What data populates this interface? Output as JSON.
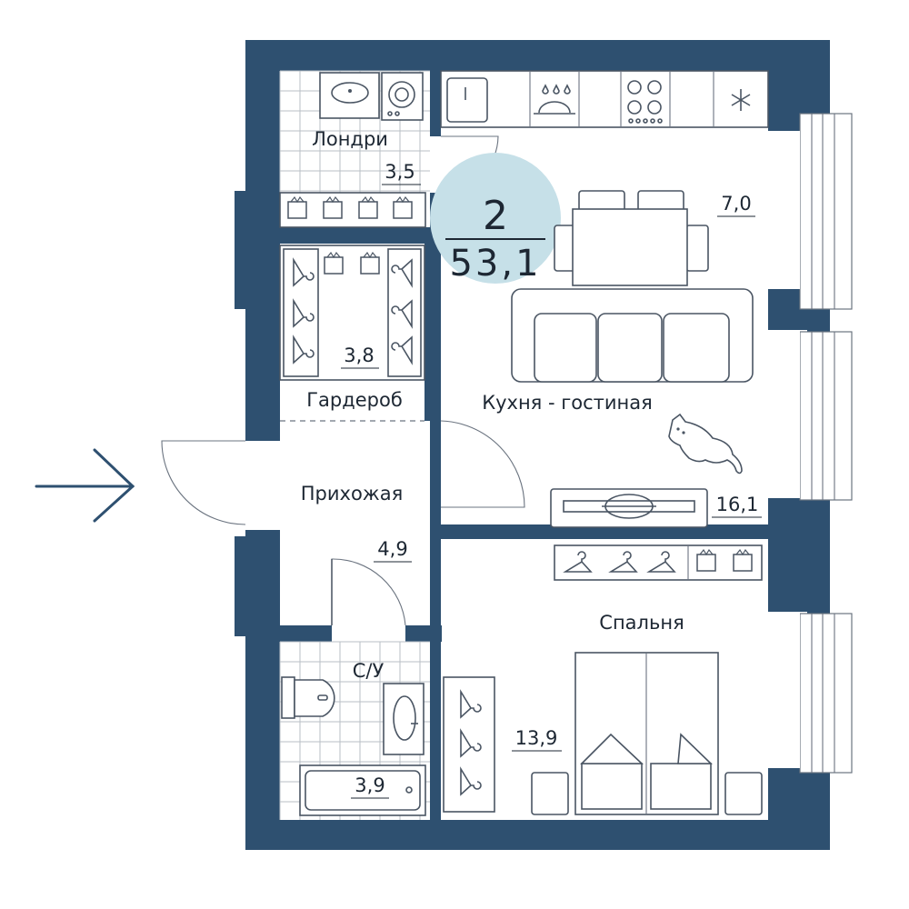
{
  "colors": {
    "wall": "#2e5070",
    "accent_circle": "#c6e0e8",
    "text": "#1d2733",
    "arrow": "#2e5070"
  },
  "summary": {
    "rooms_count": "2",
    "total_area": "53,1"
  },
  "rooms": {
    "laundry": {
      "name": "Лондри",
      "area": "3,5"
    },
    "wardrobe": {
      "name": "Гардероб",
      "area": "3,8"
    },
    "hall": {
      "name": "Прихожая",
      "area": "4,9"
    },
    "bathroom": {
      "name": "С/У",
      "area": "3,9"
    },
    "kitchen_living": {
      "name": "Кухня - гостиная",
      "kitchen_area": "7,0",
      "area": "16,1"
    },
    "bedroom": {
      "name": "Спальня",
      "area": "13,9"
    }
  },
  "icons": {
    "entrance": "entrance-arrow-icon",
    "cat": "cat-icon"
  }
}
